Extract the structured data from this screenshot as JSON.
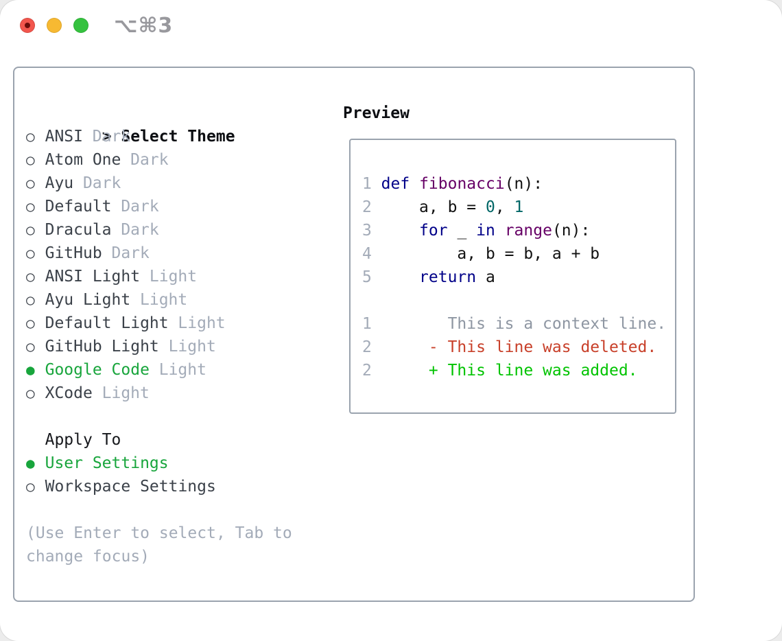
{
  "titlebar": {
    "title": "⌥⌘3",
    "buttons": [
      {
        "name": "close"
      },
      {
        "name": "minimize"
      },
      {
        "name": "zoom"
      }
    ]
  },
  "theme_panel": {
    "header_prefix": ">",
    "header": "Select Theme",
    "radio_selected_glyph": "●",
    "radio_unselected_glyph": "○",
    "themes": [
      {
        "name": "ANSI",
        "tag": "Dark",
        "selected": false
      },
      {
        "name": "Atom One",
        "tag": "Dark",
        "selected": false
      },
      {
        "name": "Ayu",
        "tag": "Dark",
        "selected": false
      },
      {
        "name": "Default",
        "tag": "Dark",
        "selected": false
      },
      {
        "name": "Dracula",
        "tag": "Dark",
        "selected": false
      },
      {
        "name": "GitHub",
        "tag": "Dark",
        "selected": false
      },
      {
        "name": "ANSI Light",
        "tag": "Light",
        "selected": false
      },
      {
        "name": "Ayu Light",
        "tag": "Light",
        "selected": false
      },
      {
        "name": "Default Light",
        "tag": "Light",
        "selected": false
      },
      {
        "name": "GitHub Light",
        "tag": "Light",
        "selected": false
      },
      {
        "name": "Google Code",
        "tag": "Light",
        "selected": true
      },
      {
        "name": "XCode",
        "tag": "Light",
        "selected": false
      }
    ],
    "apply_to": {
      "header": "Apply To",
      "options": [
        {
          "name": "User Settings",
          "selected": true
        },
        {
          "name": "Workspace Settings",
          "selected": false
        }
      ]
    },
    "hint_lines": [
      "(Use Enter to select, Tab to",
      "change focus)"
    ]
  },
  "preview": {
    "header": "Preview",
    "code_lines": [
      {
        "num": "1",
        "segments": [
          {
            "text": "def",
            "color": "keyword"
          },
          {
            "text": " ",
            "color": "plain"
          },
          {
            "text": "fibonacci",
            "color": "function"
          },
          {
            "text": "(n):",
            "color": "plain"
          }
        ]
      },
      {
        "num": "2",
        "segments": [
          {
            "text": "    a, b = ",
            "color": "plain"
          },
          {
            "text": "0",
            "color": "number"
          },
          {
            "text": ", ",
            "color": "plain"
          },
          {
            "text": "1",
            "color": "number"
          }
        ]
      },
      {
        "num": "3",
        "segments": [
          {
            "text": "    ",
            "color": "plain"
          },
          {
            "text": "for",
            "color": "keyword"
          },
          {
            "text": " _ ",
            "color": "plain"
          },
          {
            "text": "in",
            "color": "keyword"
          },
          {
            "text": " ",
            "color": "plain"
          },
          {
            "text": "range",
            "color": "function"
          },
          {
            "text": "(n):",
            "color": "plain"
          }
        ]
      },
      {
        "num": "4",
        "segments": [
          {
            "text": "        a, b = b, a + b",
            "color": "plain"
          }
        ]
      },
      {
        "num": "5",
        "segments": [
          {
            "text": "    ",
            "color": "plain"
          },
          {
            "text": "return",
            "color": "keyword"
          },
          {
            "text": " a",
            "color": "plain"
          }
        ]
      },
      {
        "num": "",
        "segments": []
      },
      {
        "num": "1",
        "segments": [
          {
            "text": "       This is a context line.",
            "color": "context"
          }
        ]
      },
      {
        "num": "2",
        "segments": [
          {
            "text": "     - This line was deleted.",
            "color": "deleted"
          }
        ]
      },
      {
        "num": "2",
        "segments": [
          {
            "text": "     + This line was added.",
            "color": "added"
          }
        ]
      }
    ]
  },
  "colors": {
    "keyword": "#000088",
    "function": "#660066",
    "number": "#006666",
    "plain": "#111111",
    "context": "#8e96a2",
    "deleted": "#c8402a",
    "added": "#00c300",
    "selected_green": "#18a53c",
    "item_text": "#3b4149",
    "muted_gray": "#a3abb8",
    "panel_border": "#9aa3ae",
    "traffic_red": "#f2564d",
    "traffic_yellow": "#f7b932",
    "traffic_green": "#35c23f"
  }
}
